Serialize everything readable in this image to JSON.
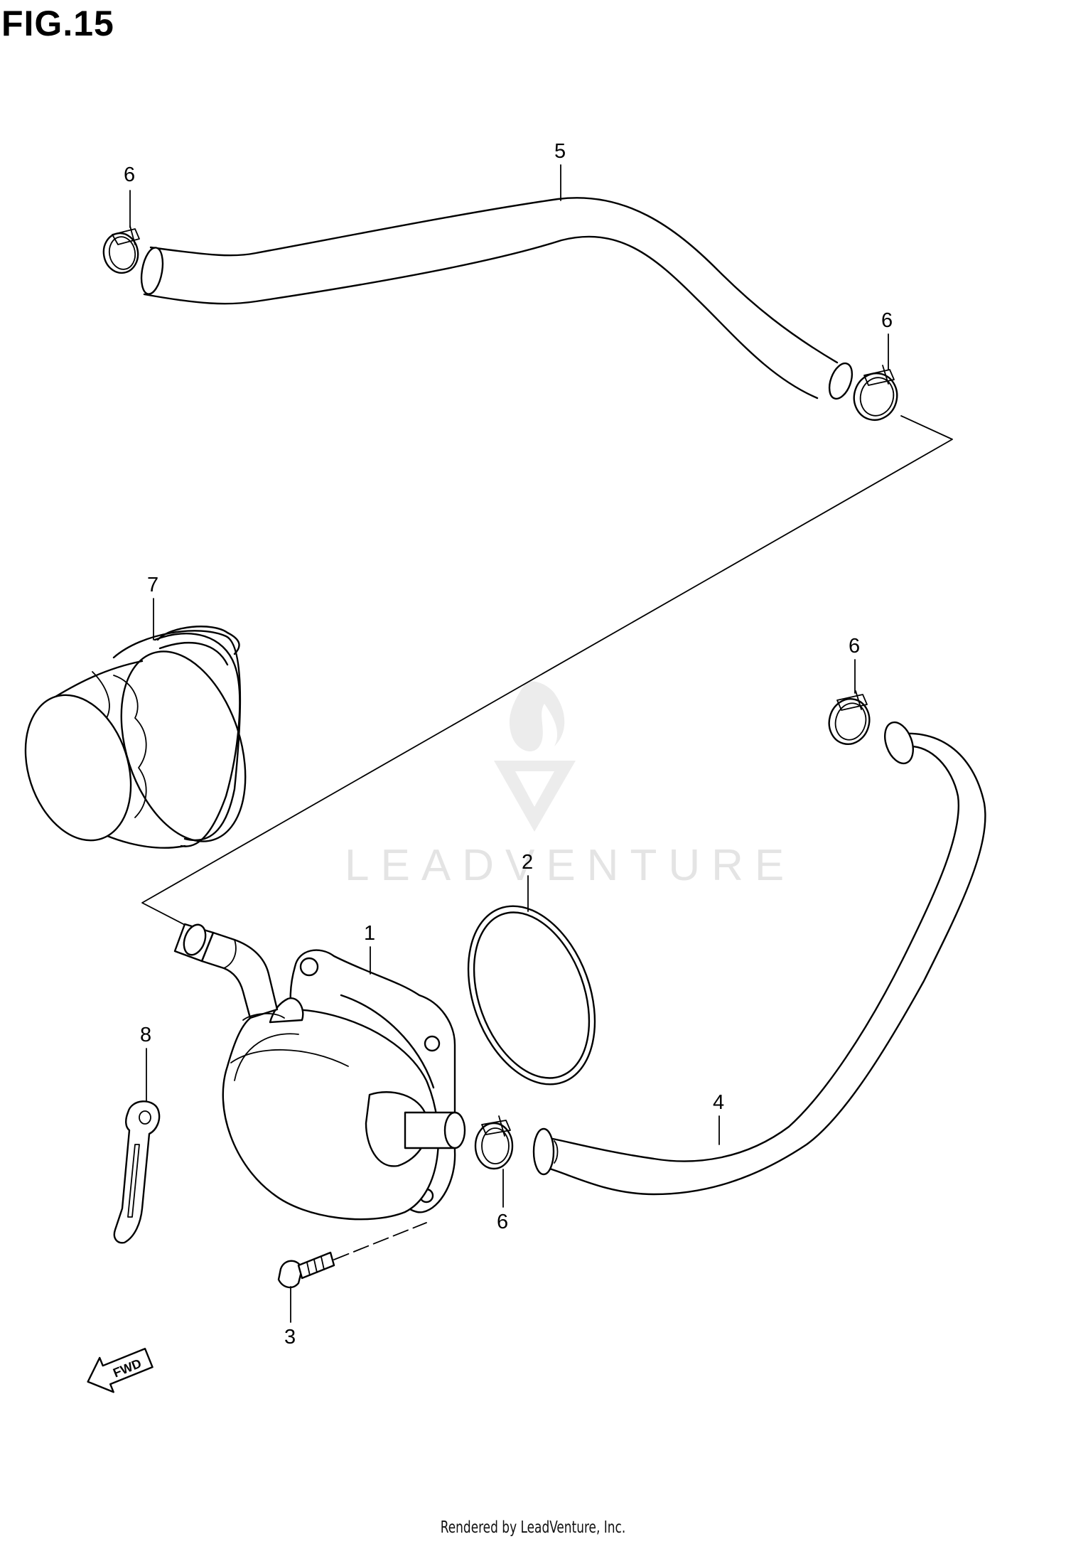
{
  "figure": {
    "title": "FIG.15"
  },
  "watermark": {
    "text": "LEADVENTURE"
  },
  "fwd_label": "FWD",
  "footer": "Rendered by LeadVenture, Inc.",
  "callouts": {
    "c1": "1",
    "c2": "2",
    "c3": "3",
    "c4": "4",
    "c5": "5",
    "c6a": "6",
    "c6b": "6",
    "c6c": "6",
    "c6d": "6",
    "c7": "7",
    "c8": "8"
  }
}
